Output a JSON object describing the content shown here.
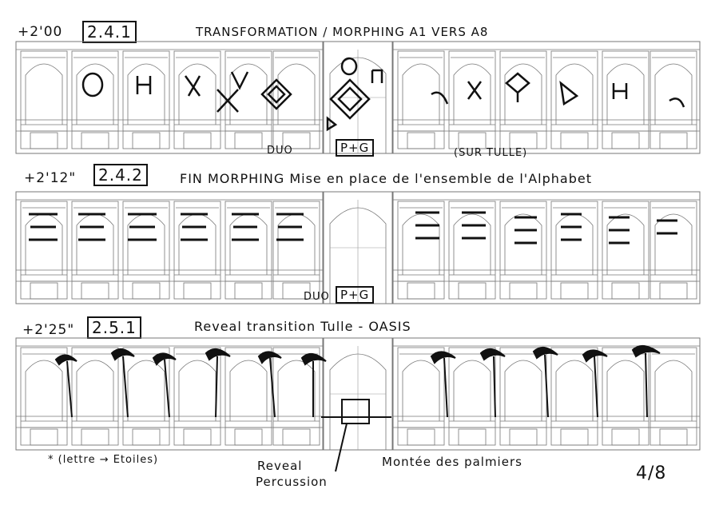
{
  "scenes": [
    {
      "time": "+2'00",
      "cue": "2.4.1",
      "title": "TRANSFORMATION / MORPHING   A1 VERS A8",
      "notes": [
        "DUO",
        "P+G",
        "(SUR TULLE)"
      ]
    },
    {
      "time": "+2'12\"",
      "cue": "2.4.2",
      "title": "FIN MORPHING  Mise en place de l'ensemble de l'Alphabet",
      "notes": [
        "DUO",
        "P+G"
      ]
    },
    {
      "time": "+2'25\"",
      "cue": "2.5.1",
      "title": "Reveal transition Tulle - OASIS",
      "notes": [
        "* (lettre → Etoiles)",
        "Reveal",
        "Percussion",
        "Montée des palmiers"
      ]
    }
  ],
  "page_number": "4/8"
}
